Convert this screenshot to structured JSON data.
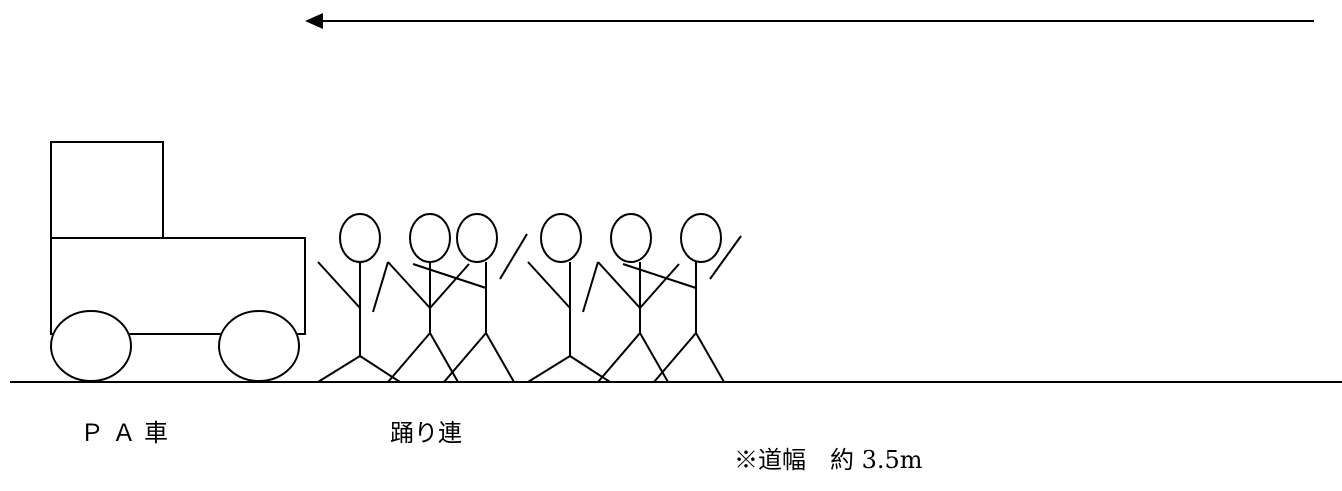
{
  "labels": {
    "pa_car": "ＰＡ車",
    "dancers": "踊り連",
    "road_width": "※道幅　約 3.5m"
  },
  "dancer_count": 6,
  "colors": {
    "stroke": "#000000",
    "background": "#ffffff"
  }
}
